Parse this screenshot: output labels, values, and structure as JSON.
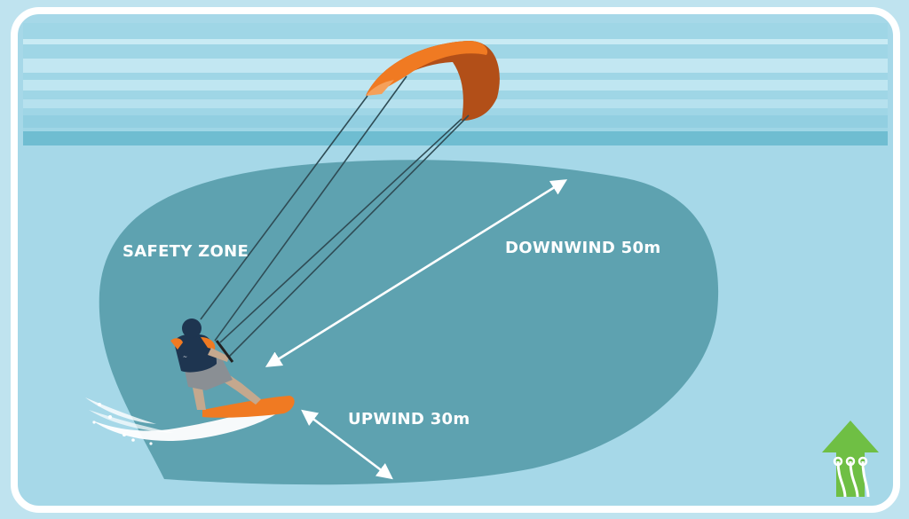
{
  "diagram": {
    "labels": {
      "safety_zone": "SAFETY ZONE",
      "downwind": "DOWNWIND 50m",
      "upwind": "UPWIND 30m"
    },
    "colors": {
      "background": "#bfe3ef",
      "frame": "#ffffff",
      "water": "#a6d8e8",
      "sky_band": "#8fd0e3",
      "safety_zone": "#5ea2b0",
      "kite_orange": "#f07a22",
      "kite_dark": "#b24f18",
      "board": "#f07a22",
      "arrow": "#ffffff",
      "wind_icon": "#6fbf44"
    },
    "icons": [
      "kite-icon",
      "kiteboarder-figure",
      "wind-direction-icon"
    ]
  }
}
